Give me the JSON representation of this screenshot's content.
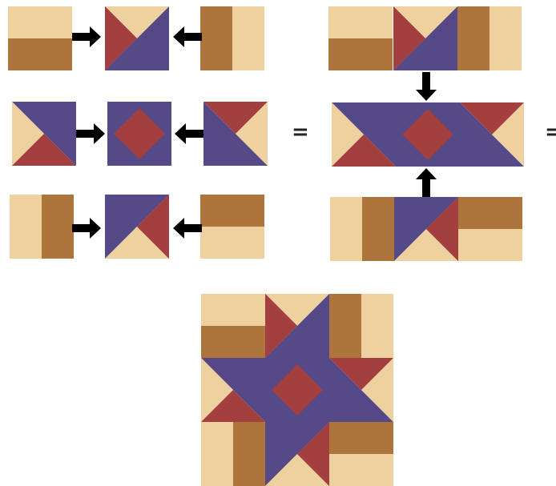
{
  "colors": {
    "tan": "#efd09f",
    "brown": "#ad743c",
    "navy": "#554a87",
    "red": "#a33f3f",
    "arrow": "#000000",
    "background": "#ffffff"
  },
  "equals_sign": "=",
  "diagram": {
    "left_column": [
      {
        "row": "top",
        "left_block": "corner-bracket",
        "center_block": "hourglass-square",
        "right_block": "corner-bracket",
        "arrows": [
          "right",
          "left"
        ]
      },
      {
        "row": "middle",
        "left_block": "half-square-triangle",
        "center_block": "square-in-square",
        "right_block": "half-square-triangle",
        "arrows": [
          "right",
          "left"
        ]
      },
      {
        "row": "bottom",
        "left_block": "corner-bracket",
        "center_block": "hourglass-square",
        "right_block": "corner-bracket",
        "arrows": [
          "right",
          "left"
        ]
      }
    ],
    "right_column": {
      "rows": [
        "top-row-joined",
        "center-row-joined",
        "bottom-row-joined"
      ],
      "arrows": [
        "down",
        "up"
      ]
    },
    "result": "finished-star-block"
  }
}
